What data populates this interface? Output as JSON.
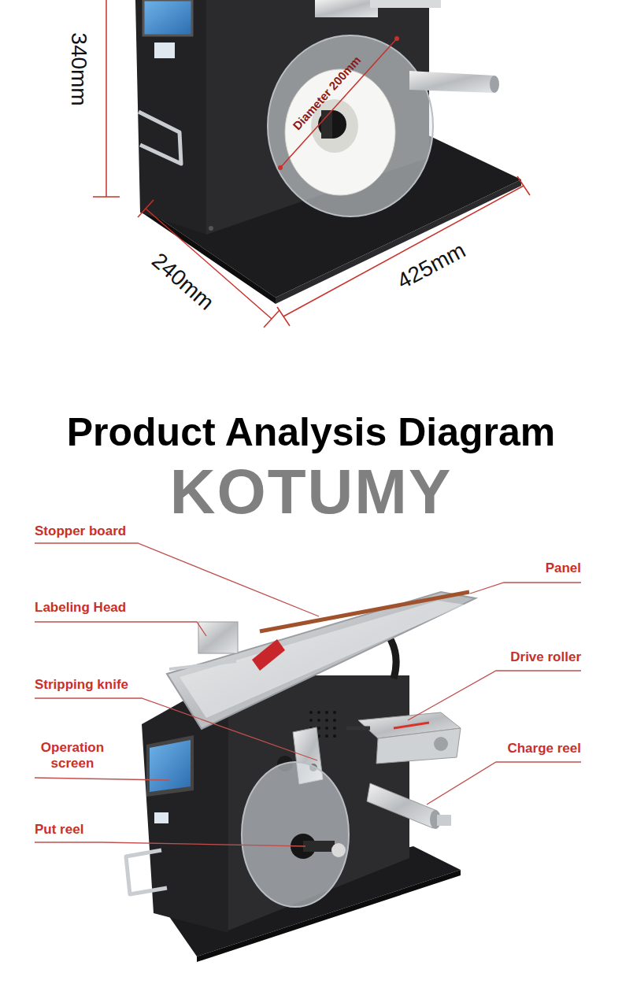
{
  "diagram": {
    "title": "Product Analysis Diagram",
    "labels": [
      "340mm",
      "Diameter 200mm",
      "240mm",
      "425mm",
      "KOTUMY",
      "Stopper board",
      "Panel",
      "Labeling Head",
      "Drive roller",
      "Stripping knife",
      "Operation screen",
      "Charge reel",
      "Put reel"
    ]
  }
}
